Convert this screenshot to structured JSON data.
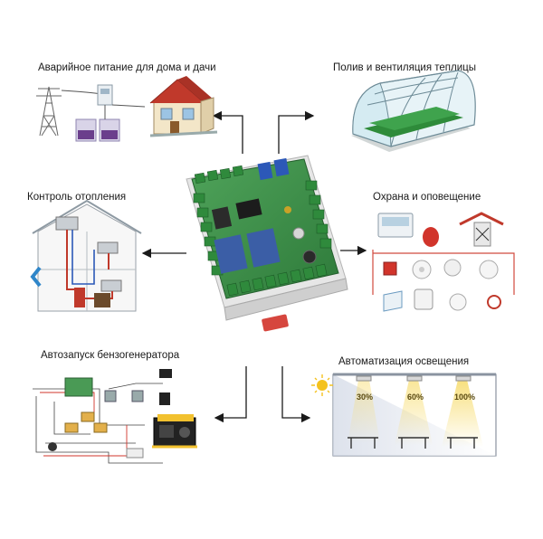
{
  "labels": {
    "backup_power": "Аварийное питание для дома и дачи",
    "greenhouse": "Полив и вентиляция теплицы",
    "heating": "Контроль отопления",
    "security": "Охрана и оповещение",
    "generator": "Автозапуск бензогенератора",
    "lighting": "Автоматизация освещения"
  },
  "lighting_levels": [
    "30%",
    "60%",
    "100%"
  ],
  "colors": {
    "board_green": "#3f8f4a",
    "terminal_green": "#2f8a3c",
    "terminal_blue": "#2c58b8",
    "relay_blue": "#3b5ea6",
    "arrow": "#1a1a1a",
    "roof_red": "#c0392b",
    "light_yellow": "#f4d03f"
  }
}
